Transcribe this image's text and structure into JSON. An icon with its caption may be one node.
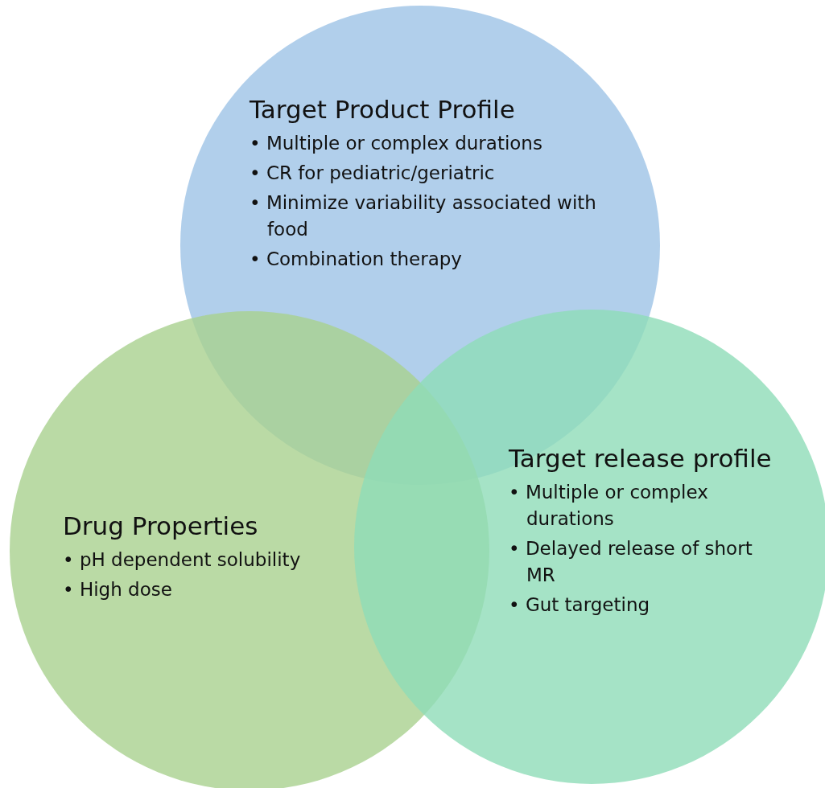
{
  "diagram": {
    "nodes": [
      {
        "text": [
          "Target Product Profile",
          "• Multiple or complex durations",
          "• CR for pediatric/geriatric",
          "• Minimize variability associated with food",
          "• Combination therapy"
        ]
      },
      {
        "text": [
          "Drug Properties",
          "• pH dependent solubility",
          "• High dose"
        ]
      },
      {
        "text": [
          "Target release profile",
          "• Multiple or complex durations",
          "• Delayed release of short MR",
          "• Gut targeting"
        ]
      }
    ]
  }
}
